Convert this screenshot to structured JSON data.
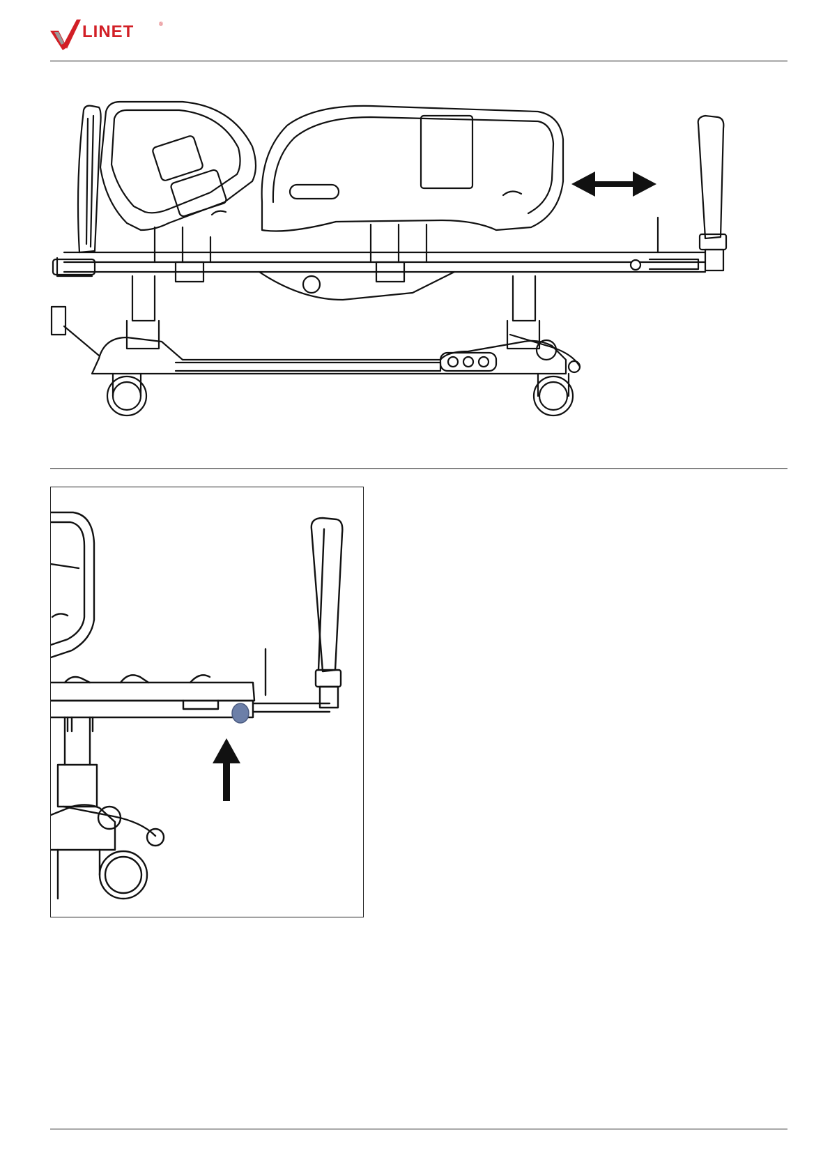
{
  "header": {
    "brand": "LINET",
    "registered_mark": "®",
    "brand_color": "#d21f26"
  },
  "figures": {
    "main": {
      "description_icon": "bed-side-view-with-horizontal-double-arrow"
    },
    "detail": {
      "description_icon": "bed-foot-end-detail-with-up-arrow",
      "highlight_color": "#6c7fa8"
    }
  }
}
